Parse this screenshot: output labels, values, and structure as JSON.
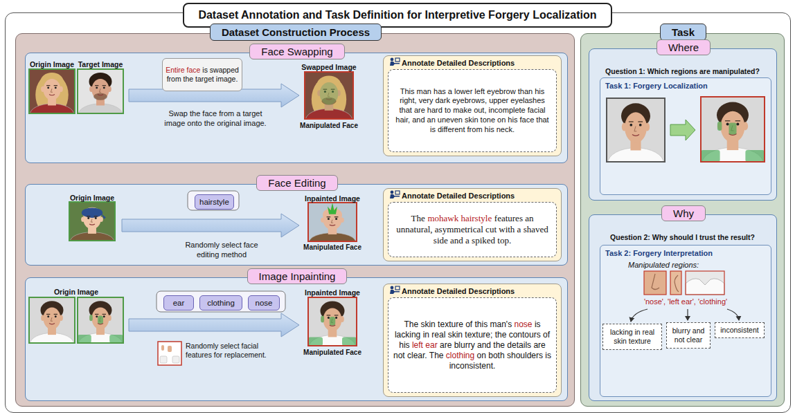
{
  "diagram": {
    "title": "Dataset Annotation and Task Definition for Interpretive Forgery Localization",
    "nodes": [
      {
        "text": [
          "Dataset Construction Process"
        ]
      },
      {
        "text": [
          "Face Swapping"
        ],
        "in": 0
      },
      {
        "text": [
          "Entire face",
          "is swapped from the target image."
        ],
        "in": 1
      },
      {
        "text": [
          "Annotate Detailed Descriptions"
        ],
        "in": 1
      },
      {
        "text": [
          "This man has a lower left eyebrow than his right, very dark eyebrows, upper eyelashes that are hard to make out, incomplete facial hair, and an uneven skin tone on his face that is different from his neck."
        ],
        "in": 3
      },
      {
        "text": [
          "Face Editing"
        ],
        "in": 0
      },
      {
        "text": [
          "hairstyle"
        ],
        "in": 5
      },
      {
        "text": [
          "Annotate Detailed Descriptions"
        ],
        "in": 5
      },
      {
        "text": [
          "The",
          "mohawk hairstyle",
          "features an unnatural, asymmetrical cut with a shaved side and a spiked top."
        ],
        "in": 7
      },
      {
        "text": [
          "Image Inpainting"
        ],
        "in": 0
      },
      {
        "text": [
          "ear"
        ],
        "in": 9
      },
      {
        "text": [
          "clothing"
        ],
        "in": 9
      },
      {
        "text": [
          "nose"
        ],
        "in": 9
      },
      {
        "text": [
          "Annotate Detailed Descriptions"
        ],
        "in": 9
      },
      {
        "text": [
          "The skin texture of this man's",
          "nose",
          "is lacking in real skin texture; the contours of his",
          "left ear",
          "are blurry and the details are not clear. The",
          "clothing",
          "on both shoulders is inconsistent."
        ],
        "in": 13
      },
      {
        "text": [
          "Task"
        ]
      },
      {
        "text": [
          "Where",
          "Question 1: Which regions are manipulated?"
        ],
        "in": 15
      },
      {
        "text": [
          "Task 1: Forgery Localization"
        ],
        "in": 16
      },
      {
        "text": [
          "Why",
          "Question 2: Why should I trust the result?"
        ],
        "in": 15
      },
      {
        "text": [
          "Task 2: Forgery Interpretation",
          "Manipulated regions:"
        ],
        "in": 18
      },
      {
        "text": [
          "lacking in real skin texture"
        ],
        "in": 19
      },
      {
        "text": [
          "blurry and not clear"
        ],
        "in": 19
      },
      {
        "text": [
          "inconsistent"
        ],
        "in": 19
      }
    ],
    "labels": [
      "Origin Image",
      "Target Image",
      "Swap the face from a target image onto the original image.",
      "Swapped Image",
      "Manipulated Face",
      "Origin Image",
      "Randomly select face editing method",
      "Inpainted Image",
      "Manipulated Face",
      "Origin Image",
      "Randomly select facial features for replacement.",
      "Inpainted Image",
      "Manipulated Face",
      "'nose', 'left ear', 'clothing'"
    ]
  }
}
